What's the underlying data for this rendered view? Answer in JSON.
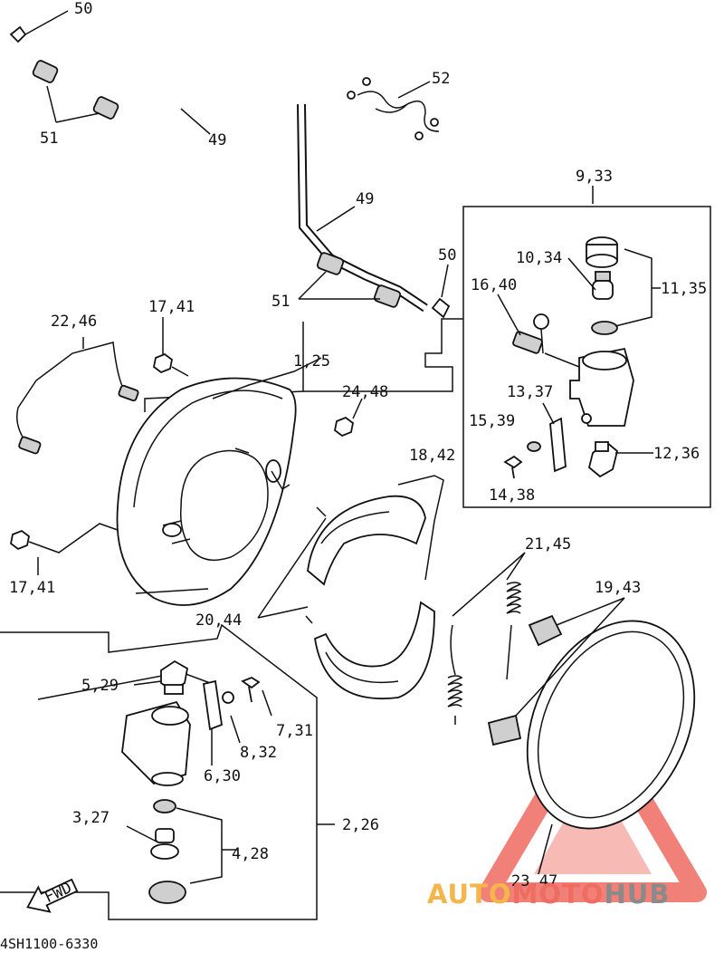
{
  "diagram_code": "4SH1100-6330",
  "watermark": {
    "part_a": "AUTO",
    "part_b": "MOTO",
    "part_c": "HUB"
  },
  "fwd_label": "FWD",
  "callouts": {
    "c50_top": "50",
    "c51_top": "51",
    "c49_top": "49",
    "c52": "52",
    "c49_mid": "49",
    "c50_mid": "50",
    "c51_mid": "51",
    "c9_33": "9,33",
    "c10_34": "10,34",
    "c11_35": "11,35",
    "c16_40": "16,40",
    "c22_46": "22,46",
    "c17_41_top": "17,41",
    "c1_25": "1,25",
    "c24_48": "24,48",
    "c13_37": "13,37",
    "c15_39": "15,39",
    "c12_36": "12,36",
    "c14_38": "14,38",
    "c18_42": "18,42",
    "c17_41_bot": "17,41",
    "c21_45": "21,45",
    "c19_43": "19,43",
    "c20_44": "20,44",
    "c5_29": "5,29",
    "c7_31": "7,31",
    "c8_32": "8,32",
    "c6_30": "6,30",
    "c2_26": "2,26",
    "c3_27": "3,27",
    "c4_28": "4,28",
    "c23_47": "23,47"
  },
  "colors": {
    "line": "#111111",
    "watermark_red": "#ef6c61",
    "watermark_orange": "#f6b54a",
    "watermark_grey": "#8a8a8a"
  }
}
